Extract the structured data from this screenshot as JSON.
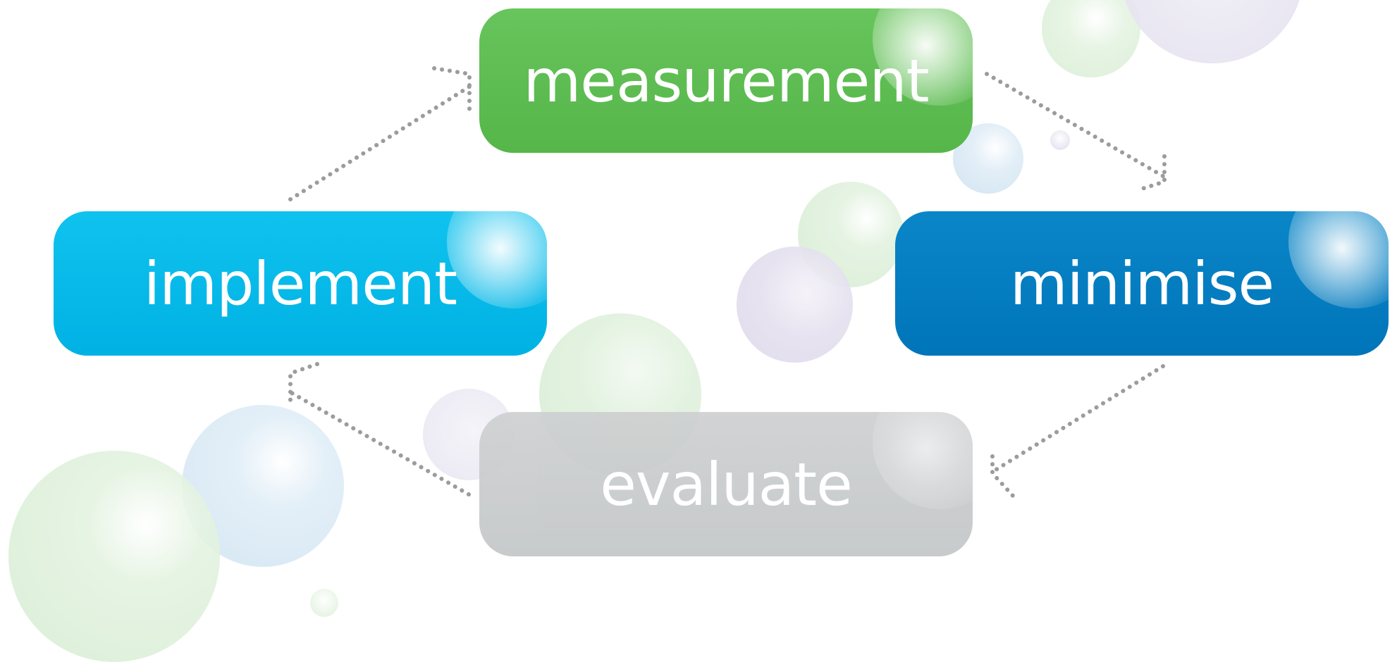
{
  "diagram": {
    "type": "cycle",
    "stages": [
      {
        "id": "measurement",
        "label": "measurement",
        "color": "#5cbd50"
      },
      {
        "id": "minimise",
        "label": "minimise",
        "color": "#007dc0"
      },
      {
        "id": "evaluate",
        "label": "evaluate",
        "color": "#c9cbcc"
      },
      {
        "id": "implement",
        "label": "implement",
        "color": "#00b8e8"
      }
    ],
    "connectors": [
      {
        "from": "measurement",
        "to": "minimise",
        "style": "dotted-arrow"
      },
      {
        "from": "minimise",
        "to": "evaluate",
        "style": "dotted-arrow"
      },
      {
        "from": "evaluate",
        "to": "implement",
        "style": "dotted-arrow"
      },
      {
        "from": "implement",
        "to": "measurement",
        "style": "dotted-arrow"
      }
    ],
    "connector_color": "#9a9c9e",
    "decoration": {
      "style": "translucent-bubbles",
      "colors": [
        "#d9efd6",
        "#d3e6f2",
        "#e5e2ef"
      ]
    }
  }
}
